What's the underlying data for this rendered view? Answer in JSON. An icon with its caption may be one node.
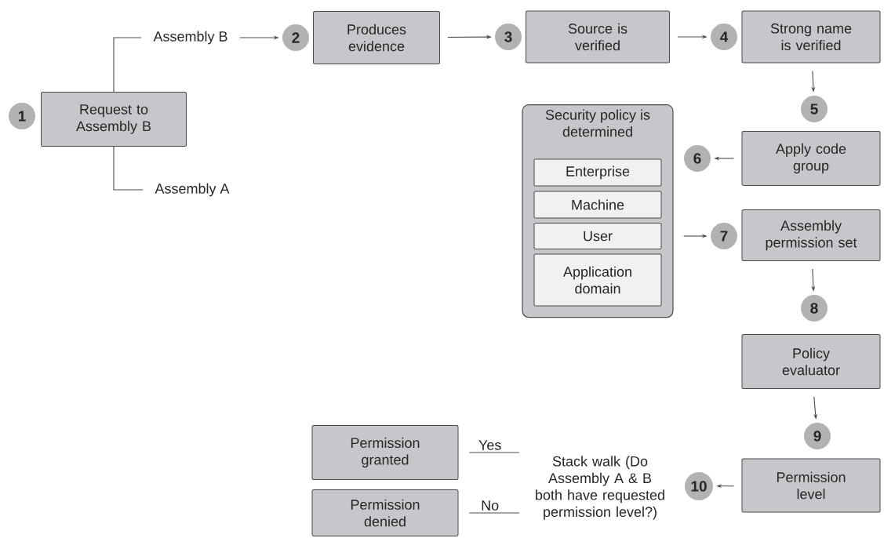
{
  "diagram": {
    "nodes": [
      {
        "text": [
          "1"
        ]
      },
      {
        "text": [
          "Request to Assembly B"
        ]
      },
      {
        "text": [
          "Assembly B"
        ]
      },
      {
        "text": [
          "Assembly A"
        ]
      },
      {
        "text": [
          "2"
        ]
      },
      {
        "text": [
          "Produces evidence"
        ]
      },
      {
        "text": [
          "3"
        ]
      },
      {
        "text": [
          "Source is verified"
        ]
      },
      {
        "text": [
          "4"
        ]
      },
      {
        "text": [
          "Strong name is verified"
        ]
      },
      {
        "text": [
          "5"
        ]
      },
      {
        "text": [
          "Security policy is determined"
        ]
      },
      {
        "text": [
          "Enterprise"
        ],
        "in": 11
      },
      {
        "text": [
          "Machine"
        ],
        "in": 11
      },
      {
        "text": [
          "User"
        ],
        "in": 11
      },
      {
        "text": [
          "Application domain"
        ],
        "in": 11
      },
      {
        "text": [
          "6"
        ]
      },
      {
        "text": [
          "Apply code group"
        ]
      },
      {
        "text": [
          "7"
        ]
      },
      {
        "text": [
          "Assembly permission set"
        ]
      },
      {
        "text": [
          "8"
        ]
      },
      {
        "text": [
          "Policy evaluator"
        ]
      },
      {
        "text": [
          "9"
        ]
      },
      {
        "text": [
          "Permission level"
        ]
      },
      {
        "text": [
          "10"
        ]
      },
      {
        "text": [
          "Stack walk (Do Assembly A & B both have requested permission level?)"
        ]
      },
      {
        "text": [
          "Permission granted"
        ]
      },
      {
        "text": [
          "Permission denied"
        ]
      }
    ],
    "edges": [
      {
        "from": 1,
        "to": 2,
        "arrow": "none"
      },
      {
        "from": 1,
        "to": 3,
        "arrow": "none"
      },
      {
        "from": 2,
        "to": 4,
        "arrow": "to"
      },
      {
        "from": 5,
        "to": 6,
        "arrow": "to"
      },
      {
        "from": 7,
        "to": 8,
        "arrow": "to"
      },
      {
        "from": 9,
        "to": 10,
        "arrow": "to"
      },
      {
        "from": 17,
        "to": 16,
        "arrow": "to"
      },
      {
        "from": 11,
        "to": 18,
        "arrow": "to"
      },
      {
        "from": 19,
        "to": 20,
        "arrow": "to"
      },
      {
        "from": 21,
        "to": 22,
        "arrow": "to"
      },
      {
        "from": 23,
        "to": 24,
        "arrow": "to"
      },
      {
        "from": 25,
        "to": 26,
        "arrow": "none",
        "label": "Yes"
      },
      {
        "from": 25,
        "to": 27,
        "arrow": "none",
        "label": "No"
      }
    ]
  }
}
